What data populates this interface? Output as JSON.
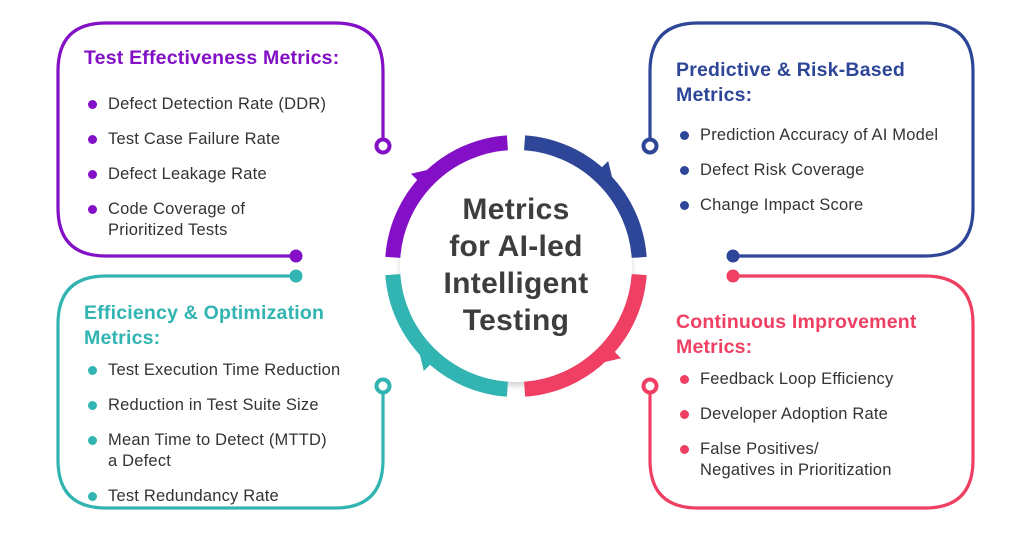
{
  "colors": {
    "purple": "#8310c6",
    "blue": "#2e4697",
    "teal": "#31b4b2",
    "pink": "#ef3f63",
    "body_text": "#333333",
    "title_text": "#3d3d3d"
  },
  "center": {
    "title": "Metrics\nfor AI-led\nIntelligent\nTesting"
  },
  "boxes": [
    {
      "key": "test-effectiveness",
      "heading": "Test Effectiveness Metrics:",
      "accent": "purple",
      "items": [
        "Defect Detection Rate (DDR)",
        "Test Case Failure Rate",
        "Defect Leakage Rate",
        "Code Coverage of\nPrioritized Tests"
      ]
    },
    {
      "key": "predictive-risk-based",
      "heading": "Predictive & Risk-Based\nMetrics:",
      "accent": "blue",
      "items": [
        "Prediction Accuracy of AI Model",
        "Defect Risk Coverage",
        "Change Impact Score"
      ]
    },
    {
      "key": "efficiency-optimization",
      "heading": "Efficiency & Optimization\nMetrics:",
      "accent": "teal",
      "items": [
        "Test Execution Time Reduction",
        "Reduction in Test Suite Size",
        "Mean Time to Detect (MTTD)\na Defect",
        "Test Redundancy Rate"
      ]
    },
    {
      "key": "continuous-improvement",
      "heading": "Continuous Improvement\nMetrics:",
      "accent": "pink",
      "items": [
        "Feedback Loop Efficiency",
        "Developer Adoption Rate",
        "False Positives/\nNegatives in Prioritization"
      ]
    }
  ]
}
